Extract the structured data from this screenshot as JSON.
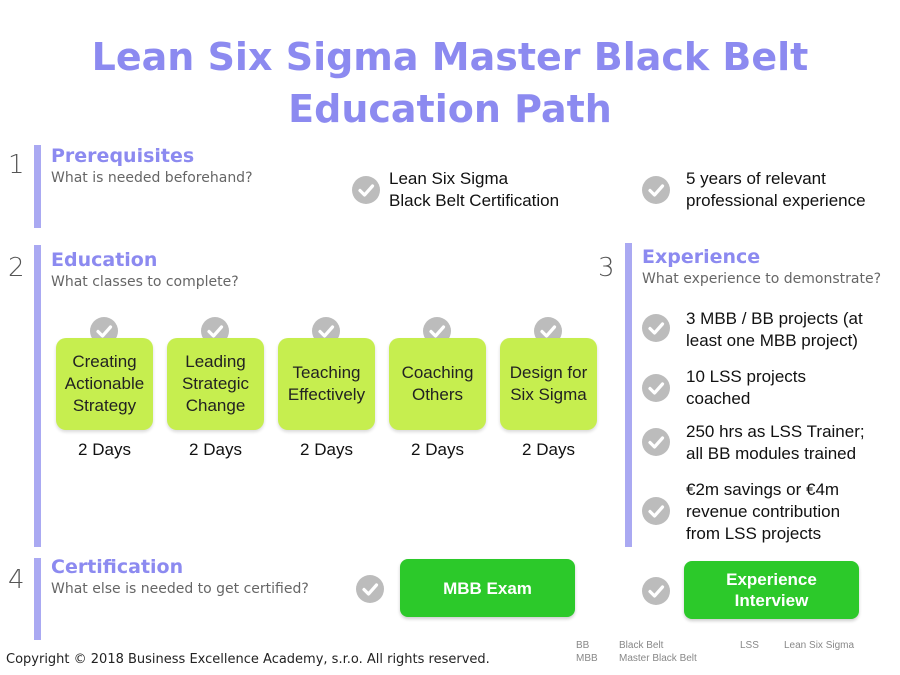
{
  "title": {
    "line1": "Lean Six Sigma Master Black Belt",
    "line2": "Education Path"
  },
  "prerequisites": {
    "number": "1",
    "heading": "Prerequisites",
    "subheading": "What is needed beforehand?",
    "items": [
      {
        "line1": "Lean Six Sigma",
        "line2": "Black Belt Certification"
      },
      {
        "line1": "5 years of relevant",
        "line2": "professional experience"
      }
    ]
  },
  "education": {
    "number": "2",
    "heading": "Education",
    "subheading": "What classes to complete?",
    "courses": [
      {
        "lines": [
          "Creating",
          "Actionable",
          "Strategy"
        ],
        "duration": "2 Days"
      },
      {
        "lines": [
          "Leading",
          "Strategic",
          "Change"
        ],
        "duration": "2 Days"
      },
      {
        "lines": [
          "Teaching",
          "Effectively"
        ],
        "duration": "2 Days"
      },
      {
        "lines": [
          "Coaching",
          "Others"
        ],
        "duration": "2 Days"
      },
      {
        "lines": [
          "Design for",
          "Six Sigma"
        ],
        "duration": "2 Days"
      }
    ]
  },
  "experience": {
    "number": "3",
    "heading": "Experience",
    "subheading": "What experience to demonstrate?",
    "items": [
      {
        "lines": [
          "3 MBB / BB projects (at",
          "least one MBB project)"
        ]
      },
      {
        "lines": [
          "10 LSS projects",
          "coached"
        ]
      },
      {
        "lines": [
          "250 hrs as LSS Trainer;",
          "all BB modules trained"
        ]
      },
      {
        "lines": [
          "€2m savings or €4m",
          "revenue contribution",
          "from LSS projects"
        ]
      }
    ]
  },
  "certification": {
    "number": "4",
    "heading": "Certification",
    "subheading": "What else is needed to get certified?",
    "exam_label": "MBB Exam",
    "interview_line1": "Experience",
    "interview_line2": "Interview"
  },
  "legend": {
    "bb_abbr": "BB",
    "bb_full": "Black Belt",
    "mbb_abbr": "MBB",
    "mbb_full": "Master Black Belt",
    "lss_abbr": "LSS",
    "lss_full": "Lean Six Sigma"
  },
  "copyright": "Copyright © 2018 Business Excellence Academy, s.r.o. All rights reserved.",
  "colors": {
    "accent": "#8c8af0",
    "bar": "#aaa9f2",
    "card": "#c6ee4f",
    "button": "#2cc92a",
    "check": "#bcbcbc"
  },
  "icons": {
    "check": "check-circle-icon"
  }
}
